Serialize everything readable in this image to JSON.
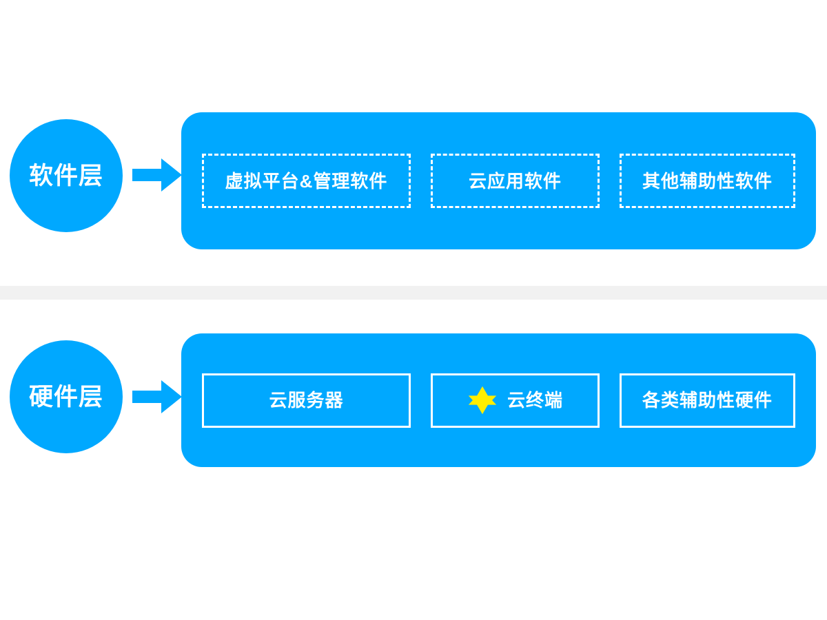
{
  "theme": {
    "brand_blue": "#00A8FF",
    "box_border": "#FFFFFF",
    "divider_gray": "#F1F1F1",
    "star_yellow": "#FFEE00",
    "page_background": "#FFFFFF"
  },
  "diagram": {
    "type": "layered-architecture",
    "layers": [
      {
        "id": "software",
        "circle_label": "软件层",
        "arrow_icon": "right-arrow-icon",
        "border_style": "dashed",
        "items": [
          {
            "label": "虚拟平台&管理软件",
            "icon": null
          },
          {
            "label": "云应用软件",
            "icon": null
          },
          {
            "label": "其他辅助性软件",
            "icon": null
          }
        ]
      },
      {
        "id": "hardware",
        "circle_label": "硬件层",
        "arrow_icon": "right-arrow-icon",
        "border_style": "solid",
        "items": [
          {
            "label": "云服务器",
            "icon": null
          },
          {
            "label": "云终端",
            "icon": "star-icon"
          },
          {
            "label": "各类辅助性硬件",
            "icon": null
          }
        ]
      }
    ],
    "divider": {
      "name": "section-divider",
      "color": "#F1F1F1"
    }
  }
}
